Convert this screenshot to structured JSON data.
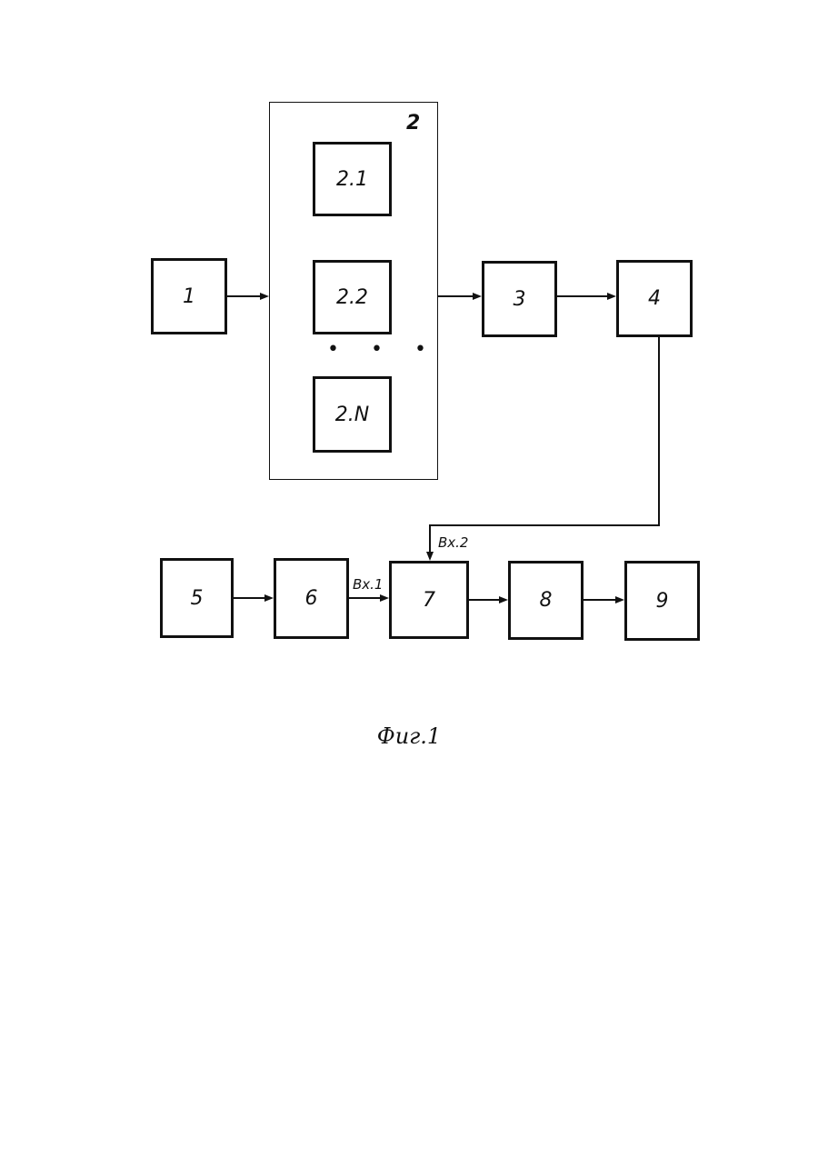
{
  "blocks": {
    "b1": "1",
    "b2": "2",
    "b2_1": "2.1",
    "b2_2": "2.2",
    "b2_n": "2.N",
    "b3": "3",
    "b4": "4",
    "b5": "5",
    "b6": "6",
    "b7": "7",
    "b8": "8",
    "b9": "9"
  },
  "ellipsis": "• • •",
  "inputs": {
    "in1": "Вх.1",
    "in2": "Вх.2"
  },
  "caption": "Фиг.1"
}
